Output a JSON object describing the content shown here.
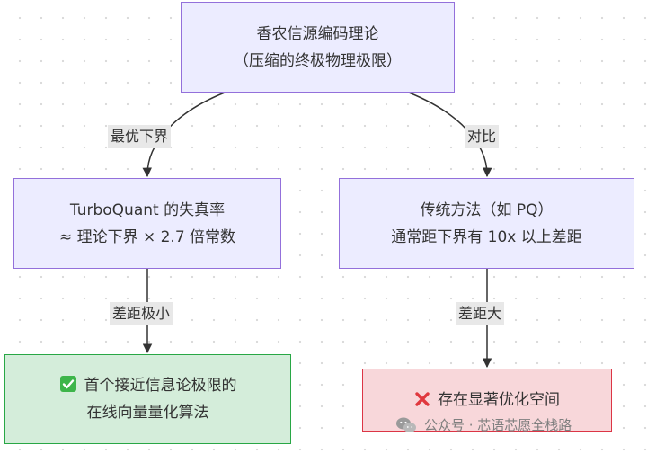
{
  "nodes": {
    "root": {
      "line1": "香农信源编码理论",
      "line2": "（压缩的终极物理极限）"
    },
    "turbo": {
      "line1": "TurboQuant 的失真率",
      "line2": "≈ 理论下界 × 2.7 倍常数"
    },
    "traditional": {
      "line1": "传统方法（如 PQ）",
      "line2": "通常距下界有 10x 以上差距"
    },
    "optimal": {
      "line1": "首个接近信息论极限的",
      "line2": "在线向量量化算法",
      "icon": "check-box-icon"
    },
    "room": {
      "line1": "存在显著优化空间",
      "icon": "cross-mark-icon"
    }
  },
  "edges": {
    "root_to_turbo": "最优下界",
    "root_to_traditional": "对比",
    "turbo_to_optimal": "差距极小",
    "traditional_to_room": "差距大"
  },
  "colors": {
    "main_fill": "#ececff",
    "main_border": "#9370db",
    "good_fill": "#d4edda",
    "good_border": "#28a745",
    "bad_fill": "#f8d7da",
    "bad_border": "#dc3545",
    "edge": "#333333",
    "label_bg": "#e8e8e8"
  },
  "watermark": {
    "text": "公众号 · 芯语芯愿全栈路",
    "icon": "wechat-icon"
  }
}
